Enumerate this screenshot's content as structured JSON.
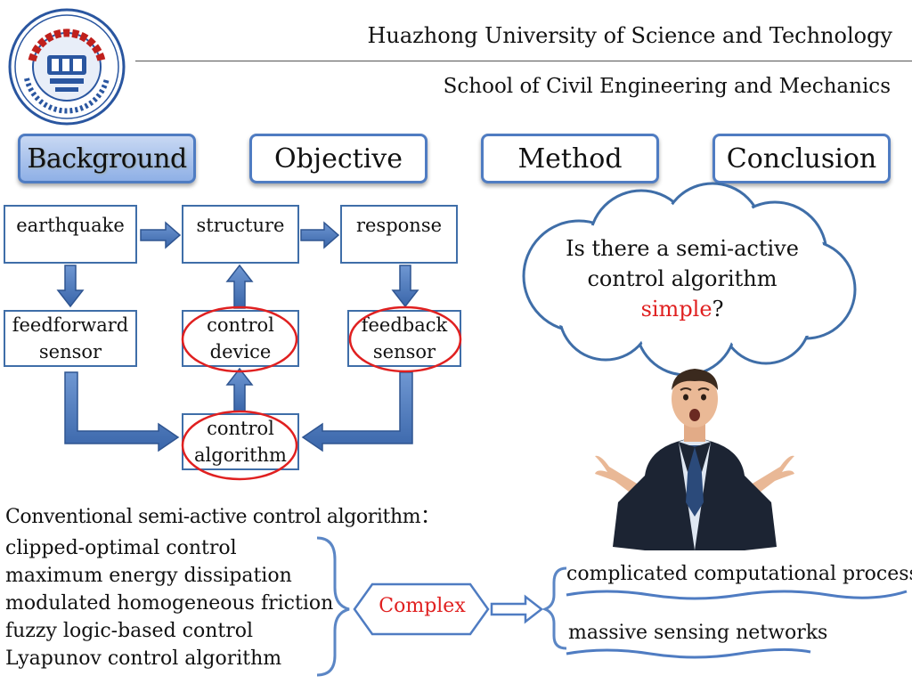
{
  "header": {
    "university": "Huazhong University of Science and Technology",
    "school": "School of Civil Engineering and Mechanics"
  },
  "nav": {
    "tabs": [
      {
        "label": "Background",
        "active": true
      },
      {
        "label": "Objective",
        "active": false
      },
      {
        "label": "Method",
        "active": false
      },
      {
        "label": "Conclusion",
        "active": false
      }
    ]
  },
  "flow": {
    "earthquake": "earthquake",
    "structure": "structure",
    "response": "response",
    "feedforward_line1": "feedforward",
    "feedforward_line2": "sensor",
    "control_device_line1": "control",
    "control_device_line2": "device",
    "feedback_line1": "feedback",
    "feedback_line2": "sensor",
    "algorithm_line1": "control",
    "algorithm_line2": "algorithm"
  },
  "question": {
    "line1": "Is there a semi-active",
    "line2": "control algorithm",
    "highlight": "simple",
    "mark": "?"
  },
  "conventional": {
    "title": "Conventional semi-active control algorithm：",
    "algorithms": [
      "clipped-optimal control",
      "maximum energy dissipation",
      "modulated homogeneous friction",
      "fuzzy logic-based control",
      "Lyapunov control algorithm"
    ],
    "verdict": "Complex",
    "reasons": [
      "complicated computational process",
      "massive sensing networks"
    ]
  },
  "colors": {
    "accent": "#3f6ea8",
    "highlight": "#e02020",
    "arrow": "#4a78b8"
  }
}
